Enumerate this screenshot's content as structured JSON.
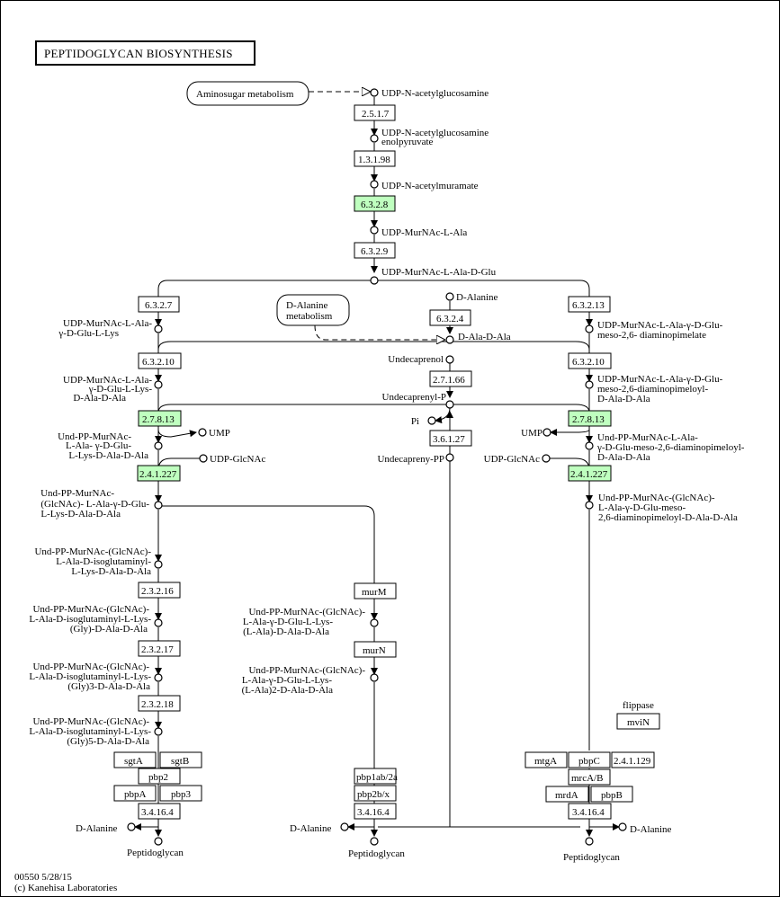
{
  "title": "PEPTIDOGLYCAN BIOSYNTHESIS",
  "footer": {
    "code": "00550 5/28/15",
    "copyright": "(c) Kanehisa Laboratories"
  },
  "maps": {
    "aminosugar": "Aminosugar metabolism",
    "dalanine_1": "D-Alanine",
    "dalanine_2": "metabolism"
  },
  "enzymes": {
    "e2517": "2.5.1.7",
    "e13198": "1.3.1.98",
    "e6328": "6.3.2.8",
    "e6329": "6.3.2.9",
    "e6327": "6.3.2.7",
    "e63213": "6.3.2.13",
    "e6324": "6.3.2.4",
    "e63210_l": "6.3.2.10",
    "e63210_r": "6.3.2.10",
    "e27166": "2.7.1.66",
    "e27813_l": "2.7.8.13",
    "e27813_r": "2.7.8.13",
    "e36127": "3.6.1.27",
    "e241227_l": "2.4.1.227",
    "e241227_r": "2.4.1.227",
    "e23216": "2.3.2.16",
    "e23217": "2.3.2.17",
    "e23218": "2.3.2.18",
    "murM": "murM",
    "murN": "murN",
    "sgtA": "sgtA",
    "sgtB": "sgtB",
    "pbp2": "pbp2",
    "pbpA": "pbpA",
    "pbp3": "pbp3",
    "e34164_l": "3.4.16.4",
    "e34164_m": "3.4.16.4",
    "e34164_r": "3.4.16.4",
    "pbp1ab2a": "pbp1ab/2a",
    "pbp2bx": "pbp2b/x",
    "mtgA": "mtgA",
    "pbpC": "pbpC",
    "e241129": "2.4.1.129",
    "mrcAB": "mrcA/B",
    "mrdA": "mrdA",
    "pbpB": "pbpB",
    "mviN": "mviN",
    "flippase": "flippase"
  },
  "compounds": {
    "udp_glcnac": "UDP-N-acetylglucosamine",
    "udp_glcnac_enol_1": "UDP-N-acetylglucosamine",
    "udp_glcnac_enol_2": "enolpyruvate",
    "udp_murnac": "UDP-N-acetylmuramate",
    "udp_murnac_ala": "UDP-MurNAc-L-Ala",
    "udp_murnac_ala_glu": "UDP-MurNAc-L-Ala-D-Glu",
    "l_lys_1": "UDP-MurNAc-L-Ala-",
    "l_lys_2": "γ-D-Glu-L-Lys",
    "l_lysaa_1": "UDP-MurNAc-L-Ala-",
    "l_lysaa_2": "γ-D-Glu-L-Lys-",
    "l_lysaa_3": "D-Ala-D-Ala",
    "l_und_1": "Und-PP-MurNAc-",
    "l_und_2": "L-Ala- γ-D-Glu-",
    "l_und_3": "L-Lys-D-Ala-D-Ala",
    "l_undg_1": "Und-PP-MurNAc-",
    "l_undg_2": "(GlcNAc)- L-Ala-γ-D-Glu-",
    "l_undg_3": "L-Lys-D-Ala-D-Ala",
    "l_iso_1": "Und-PP-MurNAc-(GlcNAc)-",
    "l_iso_2": "L-Ala-D-isoglutaminyl-",
    "l_iso_3": "L-Lys-D-Ala-D-Ala",
    "l_gly1_1": "Und-PP-MurNAc-(GlcNAc)-",
    "l_gly1_2": "L-Ala-D-isoglutaminyl-L-Lys-",
    "l_gly1_3": "(Gly)-D-Ala-D-Ala",
    "l_gly3_1": "Und-PP-MurNAc-(GlcNAc)-",
    "l_gly3_2": "L-Ala-D-isoglutaminyl-L-Lys-",
    "l_gly3_3": "(Gly)3-D-Ala-D-Ala",
    "l_gly5_1": "Und-PP-MurNAc-(GlcNAc)-",
    "l_gly5_2": "L-Ala-D-isoglutaminyl-L-Lys-",
    "l_gly5_3": "(Gly)5-D-Ala-D-Ala",
    "ump_l": "UMP",
    "ump_r": "UMP",
    "udpg_l": "UDP-GlcNAc",
    "udpg_r": "UDP-GlcNAc",
    "d_alanine_top": "D-Alanine",
    "d_ala_d_ala": "D-Ala-D-Ala",
    "undecaprenol": "Undecaprenol",
    "undecaprenyl_p": "Undecaprenyl-P",
    "pi": "Pi",
    "undecapreny_pp": "Undecapreny-PP",
    "m_ala1_1": "Und-PP-MurNAc-(GlcNAc)-",
    "m_ala1_2": "L-Ala-γ-D-Glu-L-Lys-",
    "m_ala1_3": "(L-Ala)-D-Ala-D-Ala",
    "m_ala2_1": "Und-PP-MurNAc-(GlcNAc)-",
    "m_ala2_2": "L-Ala-γ-D-Glu-L-Lys-",
    "m_ala2_3": "(L-Ala)2-D-Ala-D-Ala",
    "r_dap_1": "UDP-MurNAc-L-Ala-γ-D-Glu-",
    "r_dap_2": "meso-2,6- diaminopimelate",
    "r_dapaa_1": "UDP-MurNAc-L-Ala-γ-D-Glu-",
    "r_dapaa_2": "meso-2,6-diaminopimeloyl-",
    "r_dapaa_3": "D-Ala-D-Ala",
    "r_und_1": "Und-PP-MurNAc-L-Ala-",
    "r_und_2": "γ-D-Glu-meso-2,6-diaminopimeloyl-",
    "r_und_3": "D-Ala-D-Ala",
    "r_undg_1": "Und-PP-MurNAc-(GlcNAc)-",
    "r_undg_2": "L-Ala-γ-D-Glu-meso-",
    "r_undg_3": "2,6-diaminopimeloyl-D-Ala-D-Ala",
    "dala_out_l": "D-Alanine",
    "dala_out_m": "D-Alanine",
    "dala_out_r": "D-Alanine",
    "pg_l": "Peptidoglycan",
    "pg_m": "Peptidoglycan",
    "pg_r": "Peptidoglycan"
  }
}
